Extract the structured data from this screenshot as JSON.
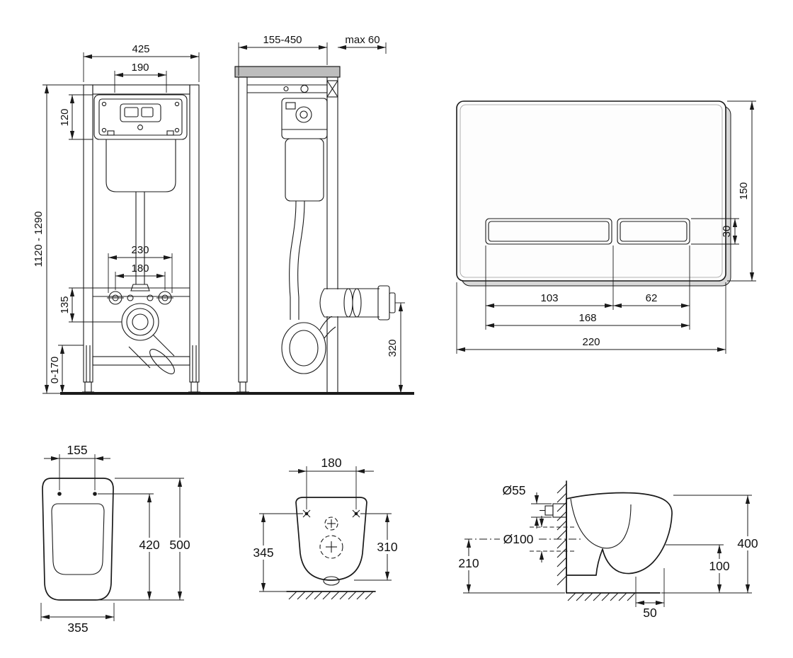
{
  "drawing": {
    "background": "#ffffff",
    "line_color": "#1a1a1a",
    "wall_fill": "#bdbdbd"
  },
  "frame_front": {
    "overall_width": "425",
    "access_width": "190",
    "access_height": "120",
    "height_range": "1120 - 1290",
    "upper_span": "230",
    "bolt_spacing": "180",
    "outlet_drop": "135",
    "foot_range": "0-170"
  },
  "frame_side": {
    "depth_range": "155-450",
    "wall_max": "max 60",
    "outlet_height": "320"
  },
  "flush_plate": {
    "height": "150",
    "button_height": "30",
    "large_button_width": "103",
    "small_button_width": "62",
    "buttons_span": "168",
    "width": "220"
  },
  "bowl_top": {
    "hinge_spacing": "155",
    "bowl_length": "420",
    "total_length": "500",
    "width": "355"
  },
  "bowl_front": {
    "fixing_spacing": "180",
    "height_to_floor": "345",
    "bowl_height": "310"
  },
  "bowl_side": {
    "inlet_diameter": "Ø55",
    "outlet_diameter": "Ø100",
    "outlet_axis_height": "210",
    "top_height": "400",
    "bottom_height": "100",
    "bottom_offset": "50"
  }
}
